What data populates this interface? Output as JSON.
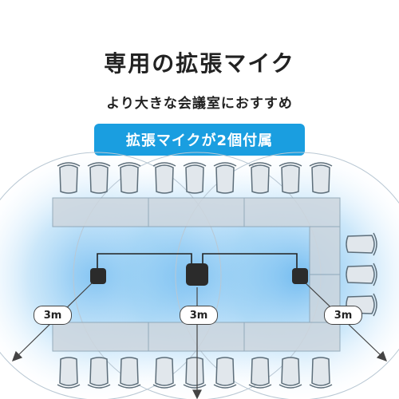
{
  "header": {
    "title": "専用の拡張マイク",
    "subtitle": "より大きな会議室におすすめ"
  },
  "badge": {
    "label": "拡張マイクが2個付属",
    "color": "#1a9ee0"
  },
  "diagram": {
    "range_labels": [
      "3m",
      "3m",
      "3m"
    ],
    "pickup_color": "#5fb6ee",
    "table_color": "#c9d2da",
    "chair_color": "#dfe5ea",
    "device_color": "#2b2b2b"
  }
}
